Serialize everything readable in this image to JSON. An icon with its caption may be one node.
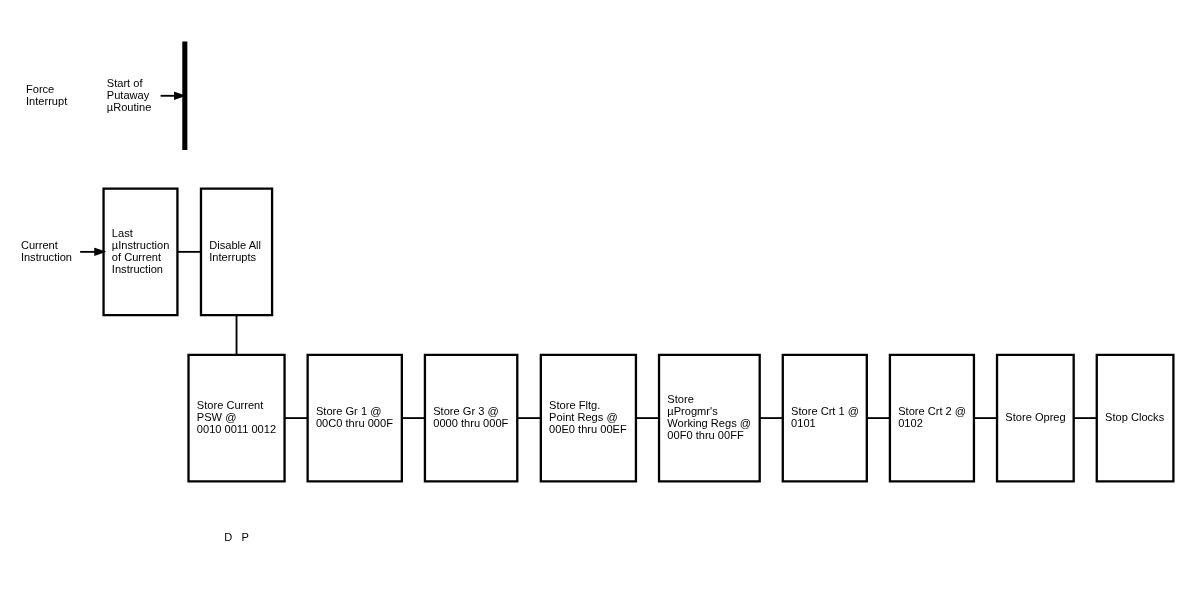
{
  "diagram": {
    "nodes": [
      {
        "text": [
          "Force Interrupt"
        ]
      },
      {
        "text": [
          "Start of Putaway µRoutine"
        ]
      },
      {
        "text": [],
        "shape": "bar"
      },
      {
        "text": [
          "Current Instruction"
        ]
      },
      {
        "text": [
          "Last µInstruction of Current Instruction"
        ]
      },
      {
        "text": [
          "Disable All Interrupts"
        ]
      },
      {
        "text": [
          "Store Current PSW @",
          "0010 0011 0012"
        ],
        "beside": [
          "D",
          "P"
        ]
      },
      {
        "text": [
          "Store Gr 1 @",
          "00C0 thru 000F"
        ]
      },
      {
        "text": [
          "Store Gr 3 @",
          "0000 thru 000F"
        ]
      },
      {
        "text": [
          "Store Fltg. Point Regs @",
          "00E0 thru 00EF"
        ]
      },
      {
        "text": [
          "Store µProgmr's Working Regs @",
          "00F0 thru 00FF"
        ]
      },
      {
        "text": [
          "Store Crt 1 @",
          "0101"
        ]
      },
      {
        "text": [
          "Store Crt 2 @",
          "0102"
        ]
      },
      {
        "text": [
          "Store Opreg"
        ]
      },
      {
        "text": [
          "Stop Clocks"
        ]
      }
    ],
    "edges": [
      {
        "from": 1,
        "to": 2,
        "arrow": "to"
      },
      {
        "from": 3,
        "to": 4,
        "arrow": "to"
      },
      {
        "from": 4,
        "to": 5,
        "arrow": "none"
      },
      {
        "from": 5,
        "to": 6,
        "arrow": "none"
      },
      {
        "from": 6,
        "to": 7,
        "arrow": "none"
      },
      {
        "from": 7,
        "to": 8,
        "arrow": "none"
      },
      {
        "from": 8,
        "to": 9,
        "arrow": "none"
      },
      {
        "from": 9,
        "to": 10,
        "arrow": "none"
      },
      {
        "from": 10,
        "to": 11,
        "arrow": "none"
      },
      {
        "from": 11,
        "to": 12,
        "arrow": "none"
      },
      {
        "from": 12,
        "to": 13,
        "arrow": "none"
      },
      {
        "from": 13,
        "to": 14,
        "arrow": "none"
      }
    ]
  }
}
